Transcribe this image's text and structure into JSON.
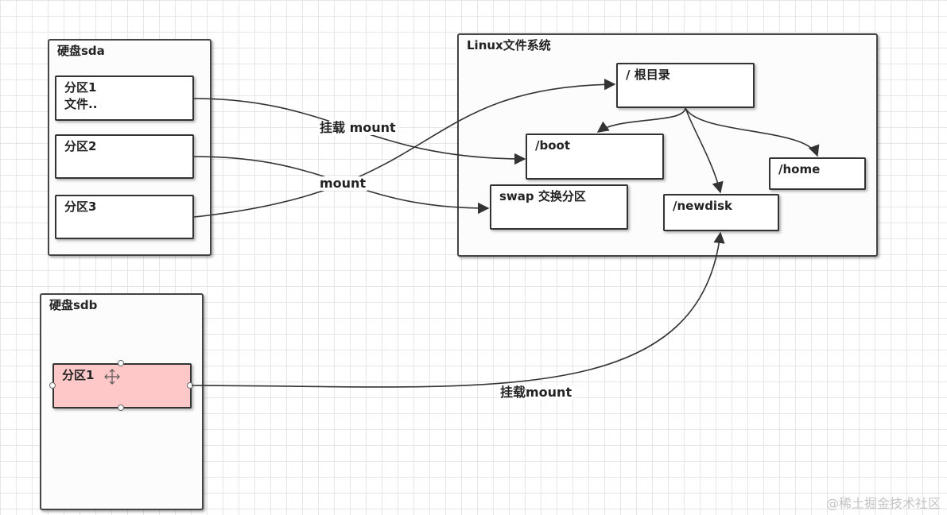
{
  "disk_sda": {
    "title": "硬盘sda"
  },
  "disk_sdb": {
    "title": "硬盘sdb"
  },
  "linux_fs": {
    "title": "Linux文件系统"
  },
  "partitions": {
    "sda1": "分区1\n文件..",
    "sda2": "分区2",
    "sda3": "分区3",
    "sdb1": "分区1"
  },
  "dirs": {
    "root": "/ 根目录",
    "boot": "/boot",
    "swap": "swap 交换分区",
    "newdisk": "/newdisk",
    "home": "/home"
  },
  "edge_labels": {
    "mount1": "挂载 mount",
    "mount2": "mount",
    "mount3": "挂载mount"
  },
  "watermark": "@稀土掘金技术社区",
  "colors": {
    "selected_fill": "#ffc8c8",
    "stroke": "#333333"
  }
}
